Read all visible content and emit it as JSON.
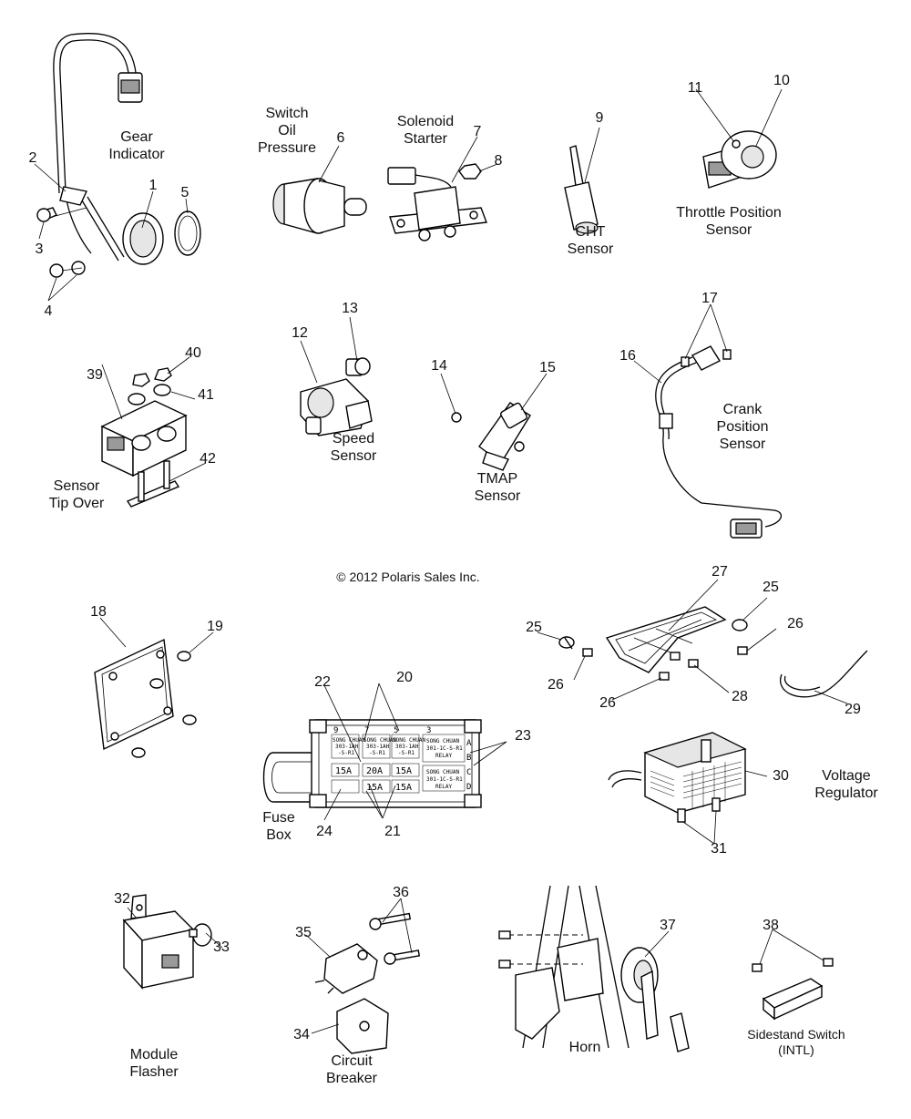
{
  "captions": {
    "gear_indicator": [
      "Gear",
      "Indicator"
    ],
    "switch_oil_pressure": [
      "Switch",
      "Oil",
      "Pressure"
    ],
    "solenoid_starter": [
      "Solenoid",
      "Starter"
    ],
    "cht_sensor": [
      "CHT",
      "Sensor"
    ],
    "throttle_position_sensor": [
      "Throttle Position",
      "Sensor"
    ],
    "sensor_tip_over": [
      "Sensor",
      "Tip Over"
    ],
    "speed_sensor": [
      "Speed",
      "Sensor"
    ],
    "tmap_sensor": [
      "TMAP",
      "Sensor"
    ],
    "crank_position_sensor": [
      "Crank",
      "Position",
      "Sensor"
    ],
    "fuse_box": [
      "Fuse",
      "Box"
    ],
    "voltage_regulator": [
      "Voltage",
      "Regulator"
    ],
    "module_flasher": [
      "Module",
      "Flasher"
    ],
    "circuit_breaker": [
      "Circuit",
      "Breaker"
    ],
    "horn": [
      "Horn"
    ],
    "sidestand_switch": [
      "Sidestand Switch",
      "(INTL)"
    ]
  },
  "copyright": "© 2012 Polaris Sales Inc.",
  "callouts": [
    "1",
    "2",
    "3",
    "4",
    "5",
    "6",
    "7",
    "8",
    "9",
    "10",
    "11",
    "12",
    "13",
    "14",
    "15",
    "16",
    "17",
    "18",
    "19",
    "20",
    "21",
    "22",
    "23",
    "24",
    "25",
    "25",
    "26",
    "26",
    "26",
    "27",
    "28",
    "29",
    "30",
    "31",
    "32",
    "33",
    "34",
    "35",
    "36",
    "37",
    "38",
    "39",
    "40",
    "41",
    "42"
  ],
  "fuse_box": {
    "columns": [
      "9",
      "7",
      "5",
      "3"
    ],
    "rows": [
      "A",
      "B",
      "C",
      "D"
    ],
    "relay_text": [
      "SONG CHUAN",
      "303-1AH",
      "-S-R1"
    ],
    "relay_big_text": [
      "SONG CHUAN",
      "301-1C-S-R1",
      "RELAY"
    ],
    "fuse_ratings": [
      "15A",
      "20A",
      "15A",
      "15A",
      "15A"
    ]
  }
}
